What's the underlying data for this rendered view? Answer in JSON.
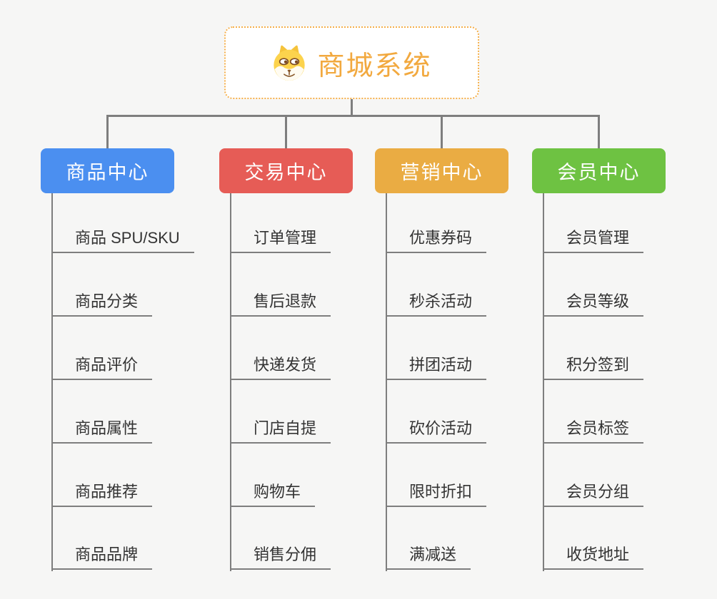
{
  "page": {
    "background": "#F6F6F5",
    "connector_color": "#7E7E7E",
    "text_color": "#333333"
  },
  "root": {
    "title": "商城系统",
    "icon": "shiba-dog-face",
    "accent_color": "#F2A93F",
    "border_color": "#F5B04C"
  },
  "branches": [
    {
      "label": "商品中心",
      "color": "#4B8FF0",
      "items": [
        "商品 SPU/SKU",
        "商品分类",
        "商品评价",
        "商品属性",
        "商品推荐",
        "商品品牌"
      ]
    },
    {
      "label": "交易中心",
      "color": "#E65C56",
      "items": [
        "订单管理",
        "售后退款",
        "快递发货",
        "门店自提",
        "购物车",
        "销售分佣"
      ]
    },
    {
      "label": "营销中心",
      "color": "#EAAC43",
      "items": [
        "优惠券码",
        "秒杀活动",
        "拼团活动",
        "砍价活动",
        "限时折扣",
        "满减送"
      ]
    },
    {
      "label": "会员中心",
      "color": "#6EC242",
      "items": [
        "会员管理",
        "会员等级",
        "积分签到",
        "会员标签",
        "会员分组",
        "收货地址"
      ]
    }
  ]
}
